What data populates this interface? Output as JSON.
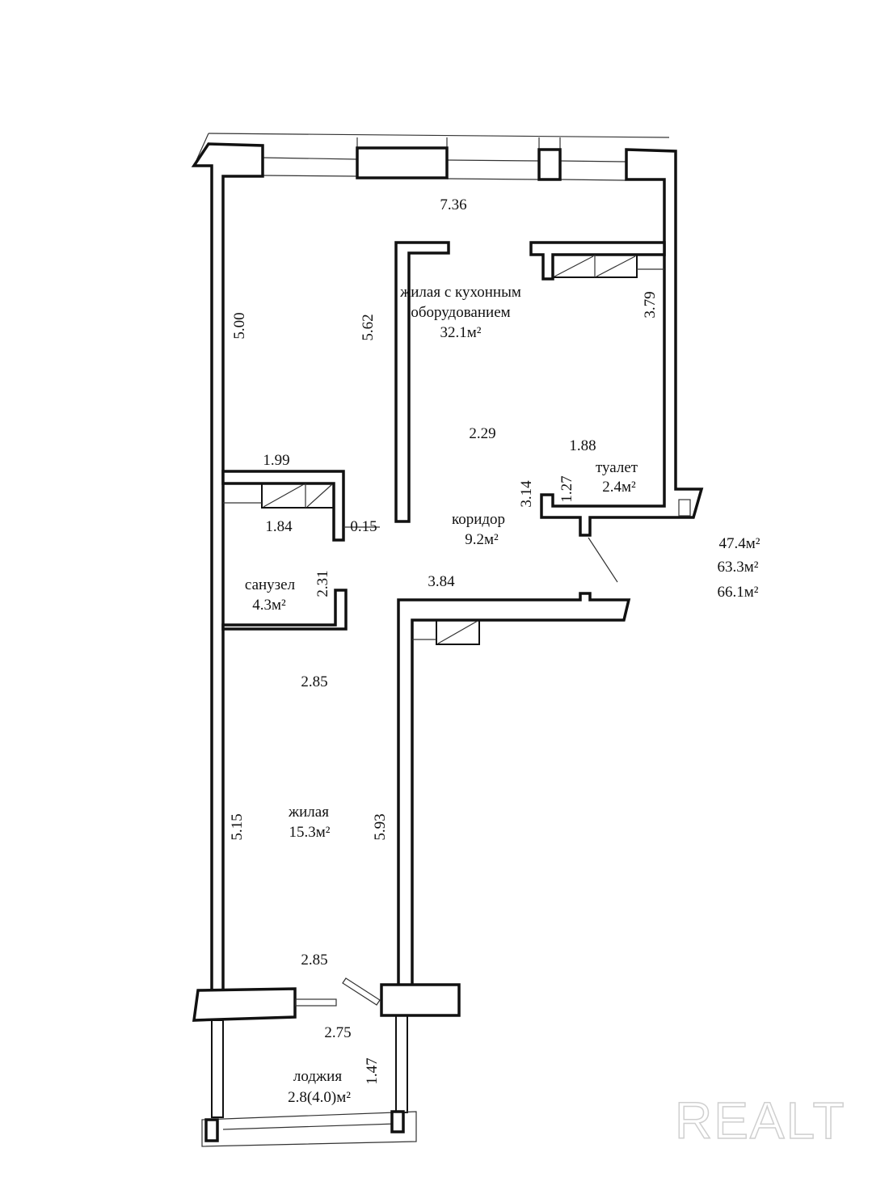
{
  "rooms": {
    "living_kitchen": {
      "line1": "жилая с кухонным",
      "line2": "оборудованием",
      "area": "32.1м²"
    },
    "toilet": {
      "name": "туалет",
      "area": "2.4м²"
    },
    "corridor": {
      "name": "коридор",
      "area": "9.2м²"
    },
    "bathroom": {
      "name": "санузел",
      "area": "4.3м²"
    },
    "living": {
      "name": "жилая",
      "area": "15.3м²"
    },
    "loggia": {
      "name": "лоджия",
      "area": "2.8(4.0)м²"
    }
  },
  "dimensions": {
    "top_width": "7.36",
    "left_height": "5.00",
    "inner_height": "5.62",
    "right_height": "3.79",
    "corridor_width": "2.29",
    "wardrobe_right": "1.88",
    "closet_top": "1.99",
    "closet_bottom": "1.84",
    "wall_thickness": "0.15",
    "corridor_height": "3.14",
    "toilet_width": "1.27",
    "corridor_bottom": "3.84",
    "bathroom_height": "2.31",
    "bathroom_width": "2.85",
    "living_left": "5.15",
    "living_right": "5.93",
    "living_bottom": "2.85",
    "loggia_width": "2.75",
    "loggia_depth": "1.47"
  },
  "totals": [
    "47.4м²",
    "63.3м²",
    "66.1м²"
  ],
  "watermark": "REALT"
}
